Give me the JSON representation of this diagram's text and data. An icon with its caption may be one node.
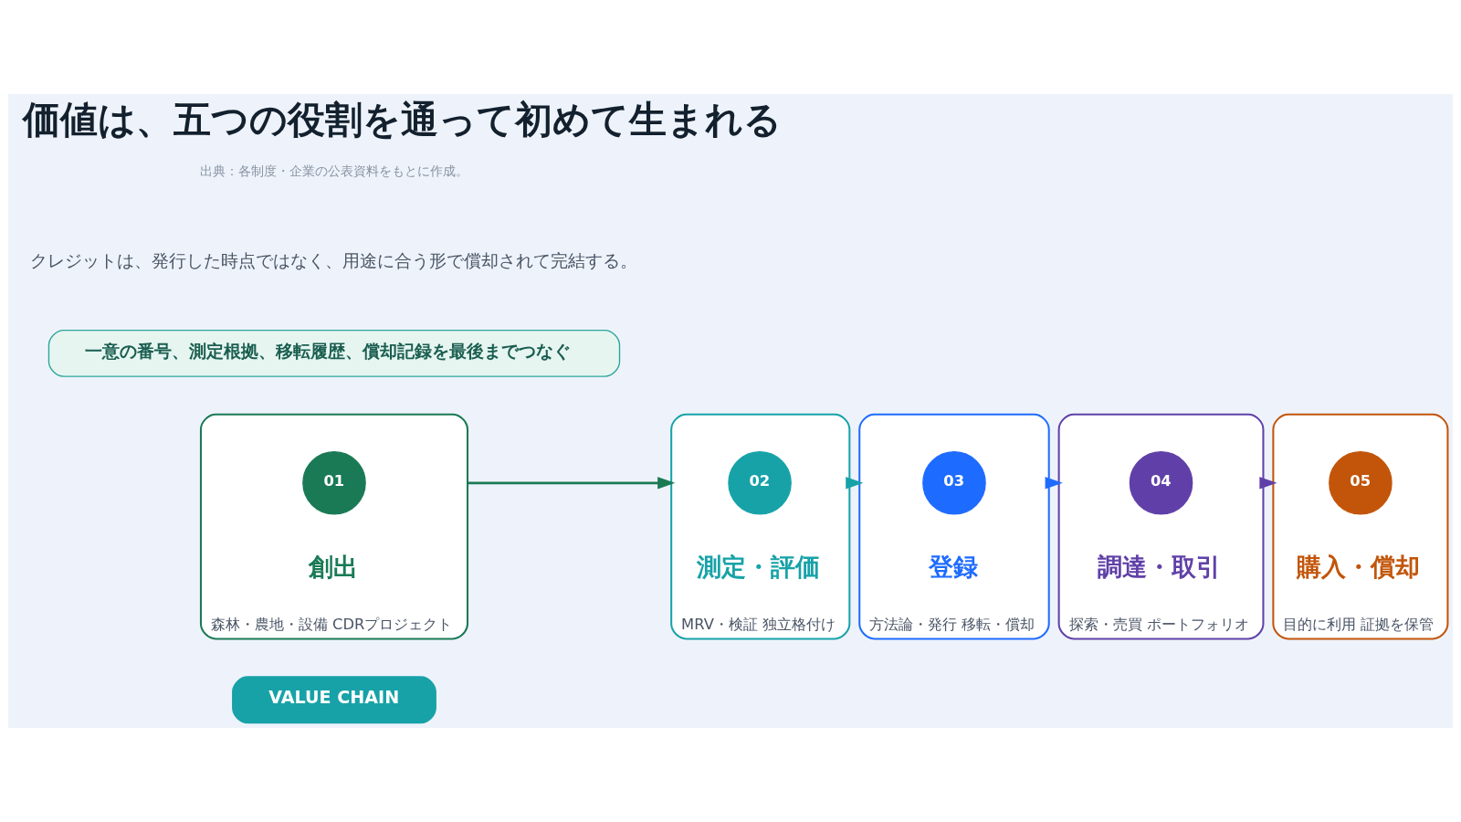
{
  "diagram": {
    "title": "価値は、五つの役割を通って初めて生まれる",
    "nodes": [
      {
        "text": [
          "VALUE CHAIN"
        ]
      },
      {
        "text": [
          "創出",
          "森林・農地・設備 CDRプロジェクト"
        ]
      },
      {
        "text": [
          "01"
        ],
        "in": 1
      },
      {
        "text": [
          "測定・評価",
          "MRV・検証 独立格付け"
        ]
      },
      {
        "text": [
          "02"
        ],
        "in": 3
      },
      {
        "text": [
          "登録",
          "方法論・発行 移転・償却"
        ]
      },
      {
        "text": [
          "03"
        ],
        "in": 5
      },
      {
        "text": [
          "調達・取引",
          "探索・売買 ポートフォリオ"
        ]
      },
      {
        "text": [
          "04"
        ],
        "in": 7
      },
      {
        "text": [
          "購入・償却",
          "目的に利用 証拠を保管"
        ]
      },
      {
        "text": [
          "05"
        ],
        "in": 9
      },
      {
        "text": [
          "一意の番号、測定根拠、移転履歴、償却記録を最後までつなぐ"
        ]
      }
    ],
    "edges": [
      {
        "from": 1,
        "to": 3,
        "arrow": "to",
        "color": "#1a7a55"
      },
      {
        "from": 3,
        "to": 5,
        "arrow": "to",
        "color": "#17a2a8"
      },
      {
        "from": 5,
        "to": 7,
        "arrow": "to",
        "color": "#1e6bff"
      },
      {
        "from": 7,
        "to": 9,
        "arrow": "to",
        "color": "#6040a8"
      }
    ],
    "labels": [
      "クレジットは、発行した時点ではなく、用途に合う形で償却されて完結する。",
      "出典：各制度・企業の公表資料をもとに作成。"
    ]
  }
}
